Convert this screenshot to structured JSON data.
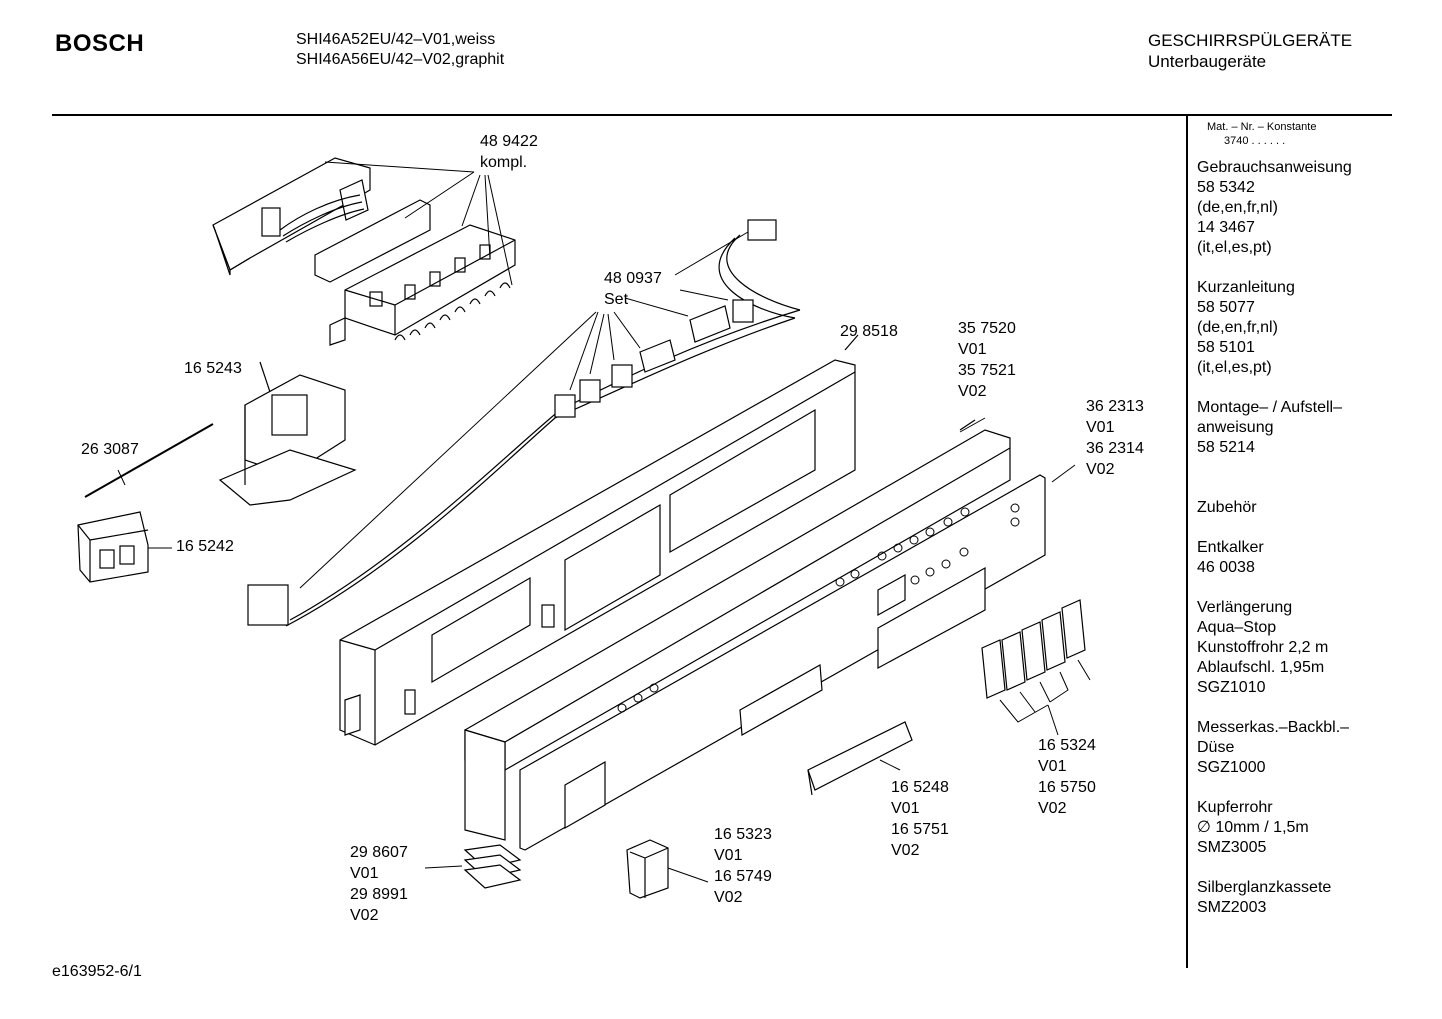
{
  "header": {
    "brand": "BOSCH",
    "models": [
      "SHI46A52EU/42–V01,weiss",
      "SHI46A56EU/42–V02,graphit"
    ],
    "category": [
      "GESCHIRRSPÜLGERÄTE",
      "Unterbaugeräte"
    ]
  },
  "sidebar": {
    "mat_label": "Mat. – Nr. – Konstante",
    "mat_const": "3740  .  .    .  .  .  .",
    "blocks": [
      [
        "Gebrauchsanweisung",
        "58 5342",
        "(de,en,fr,nl)",
        "14 3467",
        "(it,el,es,pt)"
      ],
      [
        "Kurzanleitung",
        "58 5077",
        "(de,en,fr,nl)",
        "58 5101",
        "(it,el,es,pt)"
      ],
      [
        "Montage– / Aufstell–",
        "anweisung",
        "58 5214",
        ""
      ],
      [
        "Zubehör"
      ],
      [
        "Entkalker",
        "46 0038"
      ],
      [
        "Verlängerung",
        "Aqua–Stop",
        "Kunstoffrohr 2,2 m",
        "Ablaufschl. 1,95m",
        "SGZ1010"
      ],
      [
        "Messerkas.–Backbl.–",
        "Düse",
        "SGZ1000"
      ],
      [
        "Kupferrohr",
        "∅ 10mm / 1,5m",
        "SMZ3005"
      ],
      [
        "Silberglanzkassete",
        "SMZ2003"
      ]
    ]
  },
  "parts": {
    "p489422": [
      "48 9422",
      "kompl."
    ],
    "p480937": [
      "48 0937",
      "Set"
    ],
    "p298518": [
      "29 8518"
    ],
    "p357520": [
      "35 7520",
      "V01",
      "35 7521",
      "V02"
    ],
    "p362313": [
      "36 2313",
      "V01",
      "36 2314",
      "V02"
    ],
    "p165243": [
      "16 5243"
    ],
    "p263087": [
      "26 3087"
    ],
    "p165242": [
      "16 5242"
    ],
    "p165324": [
      "16 5324",
      "V01",
      "16 5750",
      "V02"
    ],
    "p165248": [
      "16 5248",
      "V01",
      "16 5751",
      "V02"
    ],
    "p165323": [
      "16 5323",
      "V01",
      "16 5749",
      "V02"
    ],
    "p298607": [
      "29 8607",
      "V01",
      "29 8991",
      "V02"
    ]
  },
  "footer": {
    "ref": "e163952-6/1"
  }
}
